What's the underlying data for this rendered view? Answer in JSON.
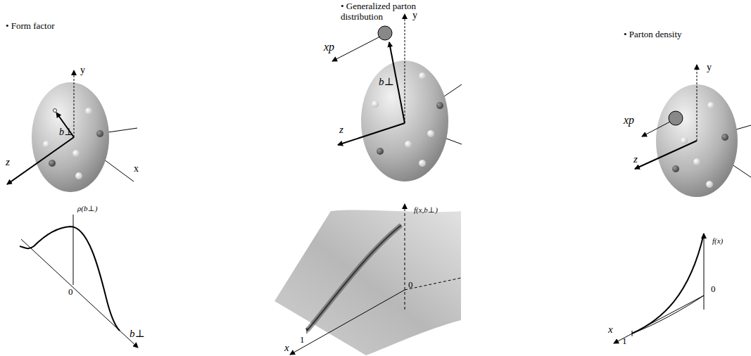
{
  "diagram": {
    "labels": [
      "• Form factor",
      "y",
      "z",
      "x",
      "b⊥",
      "ρ(b⊥)",
      "0",
      "b⊥",
      "• Generalized parton distribution",
      "y",
      "xp",
      "b⊥",
      "z",
      "f(x,b⊥)",
      "0",
      "x",
      "1",
      "• Parton density",
      "y",
      "xp",
      "z",
      "f(x)",
      "0",
      "x",
      "1"
    ]
  }
}
